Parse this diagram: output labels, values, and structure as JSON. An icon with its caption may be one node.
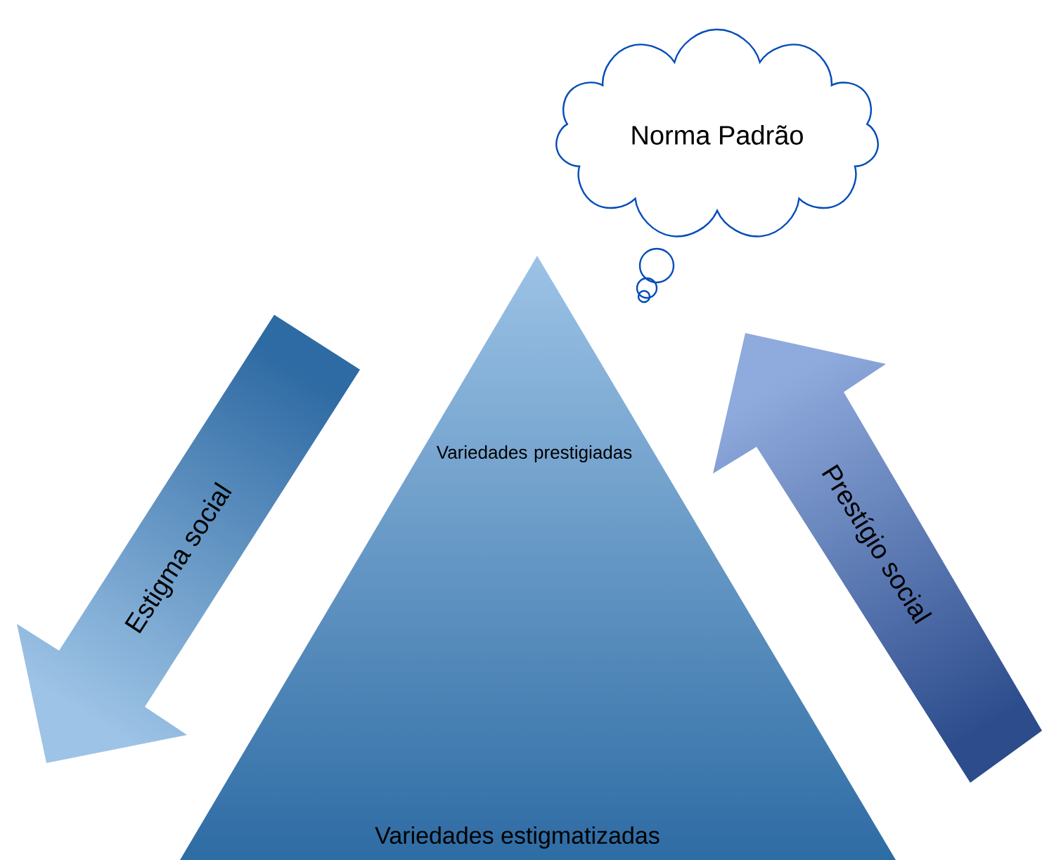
{
  "diagram": {
    "nodes": [
      {
        "text": [
          "Norma Padrão"
        ]
      },
      {
        "text": [
          "Variedades prestigiadas",
          "Variedades estigmatizadas"
        ]
      },
      {
        "text": [
          "Estigma social"
        ]
      },
      {
        "text": [
          "Prestígio social"
        ]
      }
    ]
  }
}
